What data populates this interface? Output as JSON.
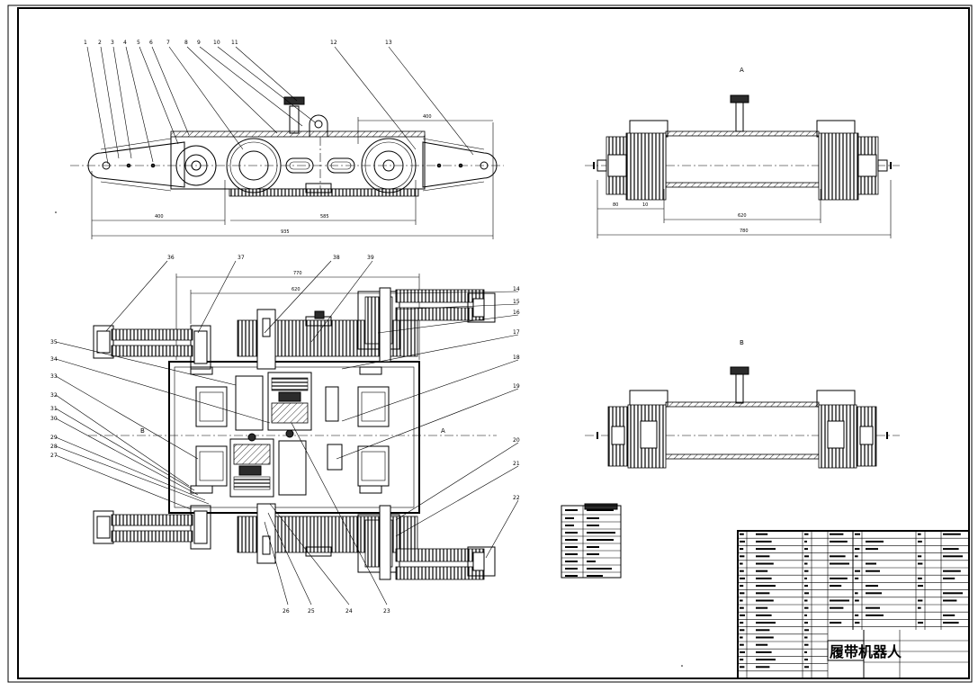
{
  "drawing": {
    "section_label_a": "A",
    "section_label_b": "B",
    "cut_label_a": "A",
    "cut_label_b": "B",
    "balloons_top": [
      "1",
      "2",
      "3",
      "4",
      "5",
      "6",
      "7",
      "8",
      "9",
      "10",
      "11",
      "12",
      "13"
    ],
    "balloons_right": [
      "14",
      "15",
      "16",
      "17",
      "18",
      "19",
      "20",
      "21",
      "22"
    ],
    "balloons_bottom": [
      "23",
      "24",
      "25",
      "26"
    ],
    "balloons_left": [
      "27",
      "28",
      "29",
      "30",
      "31",
      "32",
      "33",
      "34",
      "35",
      "36",
      "37",
      "38",
      "39"
    ],
    "title_name": "履带机器人"
  },
  "colors": {
    "line": "#000000",
    "paper": "#ffffff"
  }
}
